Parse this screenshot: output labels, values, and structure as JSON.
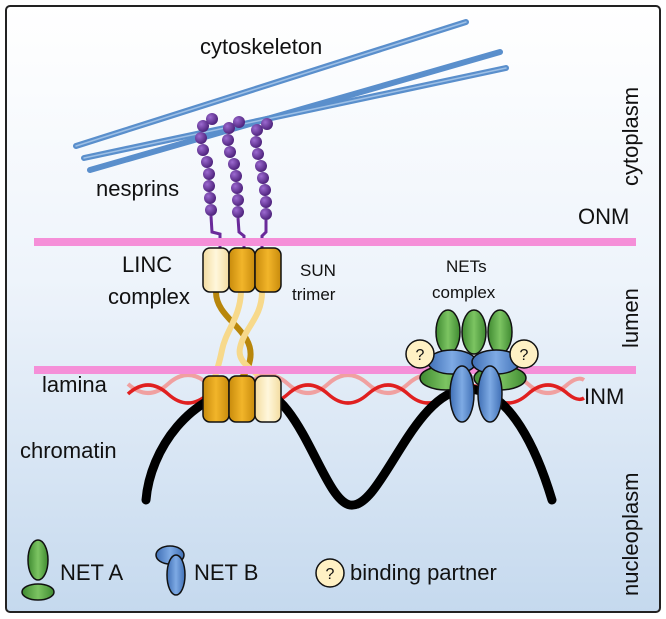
{
  "labels": {
    "cytoskeleton": "cytoskeleton",
    "nesprins": "nesprins",
    "linc_line1": "LINC",
    "linc_line2": "complex",
    "sun_line1": "SUN",
    "sun_line2": "trimer",
    "nets_line1": "NETs",
    "nets_line2": "complex",
    "lamina": "lamina",
    "chromatin": "chromatin",
    "cytoplasm": "cytoplasm",
    "onm": "ONM",
    "lumen": "lumen",
    "inm": "INM",
    "nucleoplasm": "nucleoplasm"
  },
  "legend": {
    "net_a": "NET A",
    "net_b": "NET B",
    "binding_partner": "binding partner",
    "question_mark": "?"
  },
  "colors": {
    "background_top": "#ffffff",
    "background_bottom": "#c9dcef",
    "border": "#222222",
    "membrane": "#f58fd8",
    "cytoskeleton": "#5a8fcc",
    "cytoskeleton_highlight": "#bcd6f2",
    "nesprin_bead": "#5b2d8c",
    "nesprin_stalk": "#6a2a9a",
    "sun_light": "#fff1c4",
    "sun_gold": "#e8a317",
    "sun_dark_gold": "#c88b0c",
    "sun_strand_light": "#f7d98b",
    "sun_strand_dark": "#b8860b",
    "lamina_red": "#e02020",
    "lamina_pink": "#f0a0a0",
    "chromatin": "#000000",
    "net_a_green": "#5aa544",
    "net_b_blue": "#5b8ed0",
    "binding_partner": "#fff1c4"
  }
}
